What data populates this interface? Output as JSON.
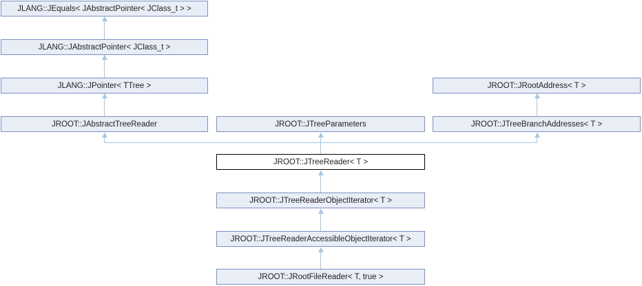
{
  "diagram": {
    "type": "class-inheritance-graph",
    "colors": {
      "node_fill": "#e8edf6",
      "node_border": "#7e90c2",
      "highlight_node_fill": "#ffffff",
      "highlight_node_border": "#000000",
      "edge": "#a3c6e2",
      "text": "#1f1f1f",
      "background": "#ffffff"
    },
    "nodes": [
      {
        "id": "jequals",
        "label": "JLANG::JEquals< JAbstractPointer< JClass_t > >",
        "highlighted": false
      },
      {
        "id": "jabstractpointer",
        "label": "JLANG::JAbstractPointer< JClass_t >",
        "highlighted": false
      },
      {
        "id": "jpointer",
        "label": "JLANG::JPointer< TTree >",
        "highlighted": false
      },
      {
        "id": "jrootaddress",
        "label": "JROOT::JRootAddress< T >",
        "highlighted": false
      },
      {
        "id": "jabstracttreereader",
        "label": "JROOT::JAbstractTreeReader",
        "highlighted": false
      },
      {
        "id": "jtreeparameters",
        "label": "JROOT::JTreeParameters",
        "highlighted": false
      },
      {
        "id": "jtreebranchaddresses",
        "label": "JROOT::JTreeBranchAddresses< T >",
        "highlighted": false
      },
      {
        "id": "jtreereader",
        "label": "JROOT::JTreeReader< T >",
        "highlighted": true
      },
      {
        "id": "jtreereaderobjectiterator",
        "label": "JROOT::JTreeReaderObjectIterator< T >",
        "highlighted": false
      },
      {
        "id": "jtreereaderaccessibleobjectiterator",
        "label": "JROOT::JTreeReaderAccessibleObjectIterator< T >",
        "highlighted": false
      },
      {
        "id": "jrootfilereader",
        "label": "JROOT::JRootFileReader< T, true >",
        "highlighted": false
      }
    ],
    "edges": [
      {
        "from": "jabstractpointer",
        "to": "jequals"
      },
      {
        "from": "jpointer",
        "to": "jabstractpointer"
      },
      {
        "from": "jabstracttreereader",
        "to": "jpointer"
      },
      {
        "from": "jtreebranchaddresses",
        "to": "jrootaddress"
      },
      {
        "from": "jtreereader",
        "to": "jabstracttreereader"
      },
      {
        "from": "jtreereader",
        "to": "jtreeparameters"
      },
      {
        "from": "jtreereader",
        "to": "jtreebranchaddresses"
      },
      {
        "from": "jtreereaderobjectiterator",
        "to": "jtreereader"
      },
      {
        "from": "jtreereaderaccessibleobjectiterator",
        "to": "jtreereaderobjectiterator"
      },
      {
        "from": "jrootfilereader",
        "to": "jtreereaderaccessibleobjectiterator"
      }
    ]
  }
}
